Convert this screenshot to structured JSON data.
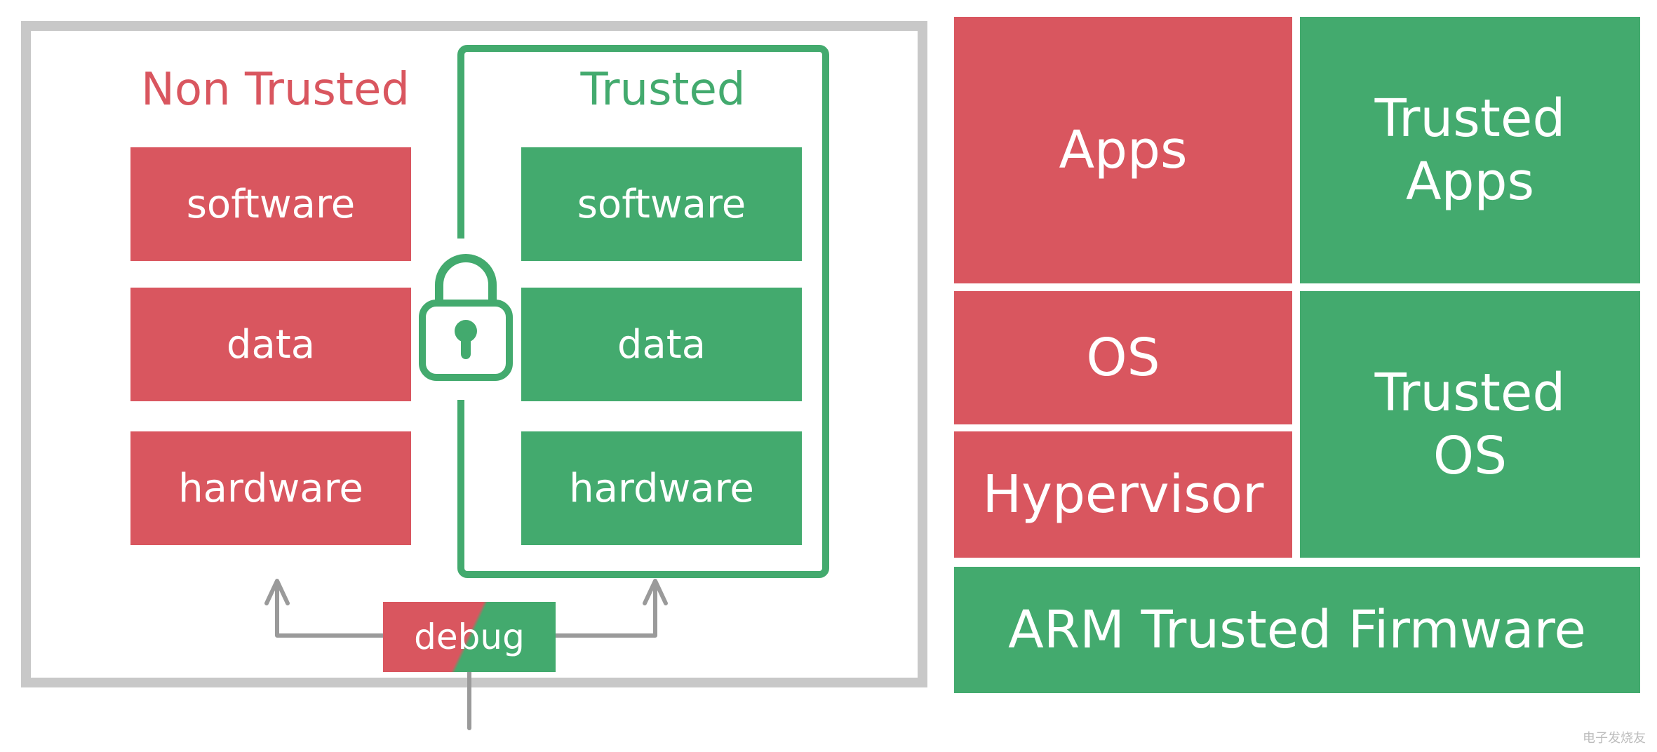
{
  "colors": {
    "untrusted": "#d9565f",
    "trusted": "#43aa6e",
    "frame": "#c8c8c8",
    "connector": "#9a9a9a"
  },
  "left": {
    "non_trusted_title": "Non Trusted",
    "trusted_title": "Trusted",
    "non_trusted_items": [
      "software",
      "data",
      "hardware"
    ],
    "trusted_items": [
      "software",
      "data",
      "hardware"
    ],
    "debug_label": "debug"
  },
  "right": {
    "apps": "Apps",
    "trusted_apps": "Trusted\nApps",
    "os": "OS",
    "hypervisor": "Hypervisor",
    "trusted_os": "Trusted\nOS",
    "firmware": "ARM Trusted Firmware"
  },
  "watermark": "电子发烧友",
  "icons": [
    "padlock-icon",
    "arrow-up-icon"
  ]
}
